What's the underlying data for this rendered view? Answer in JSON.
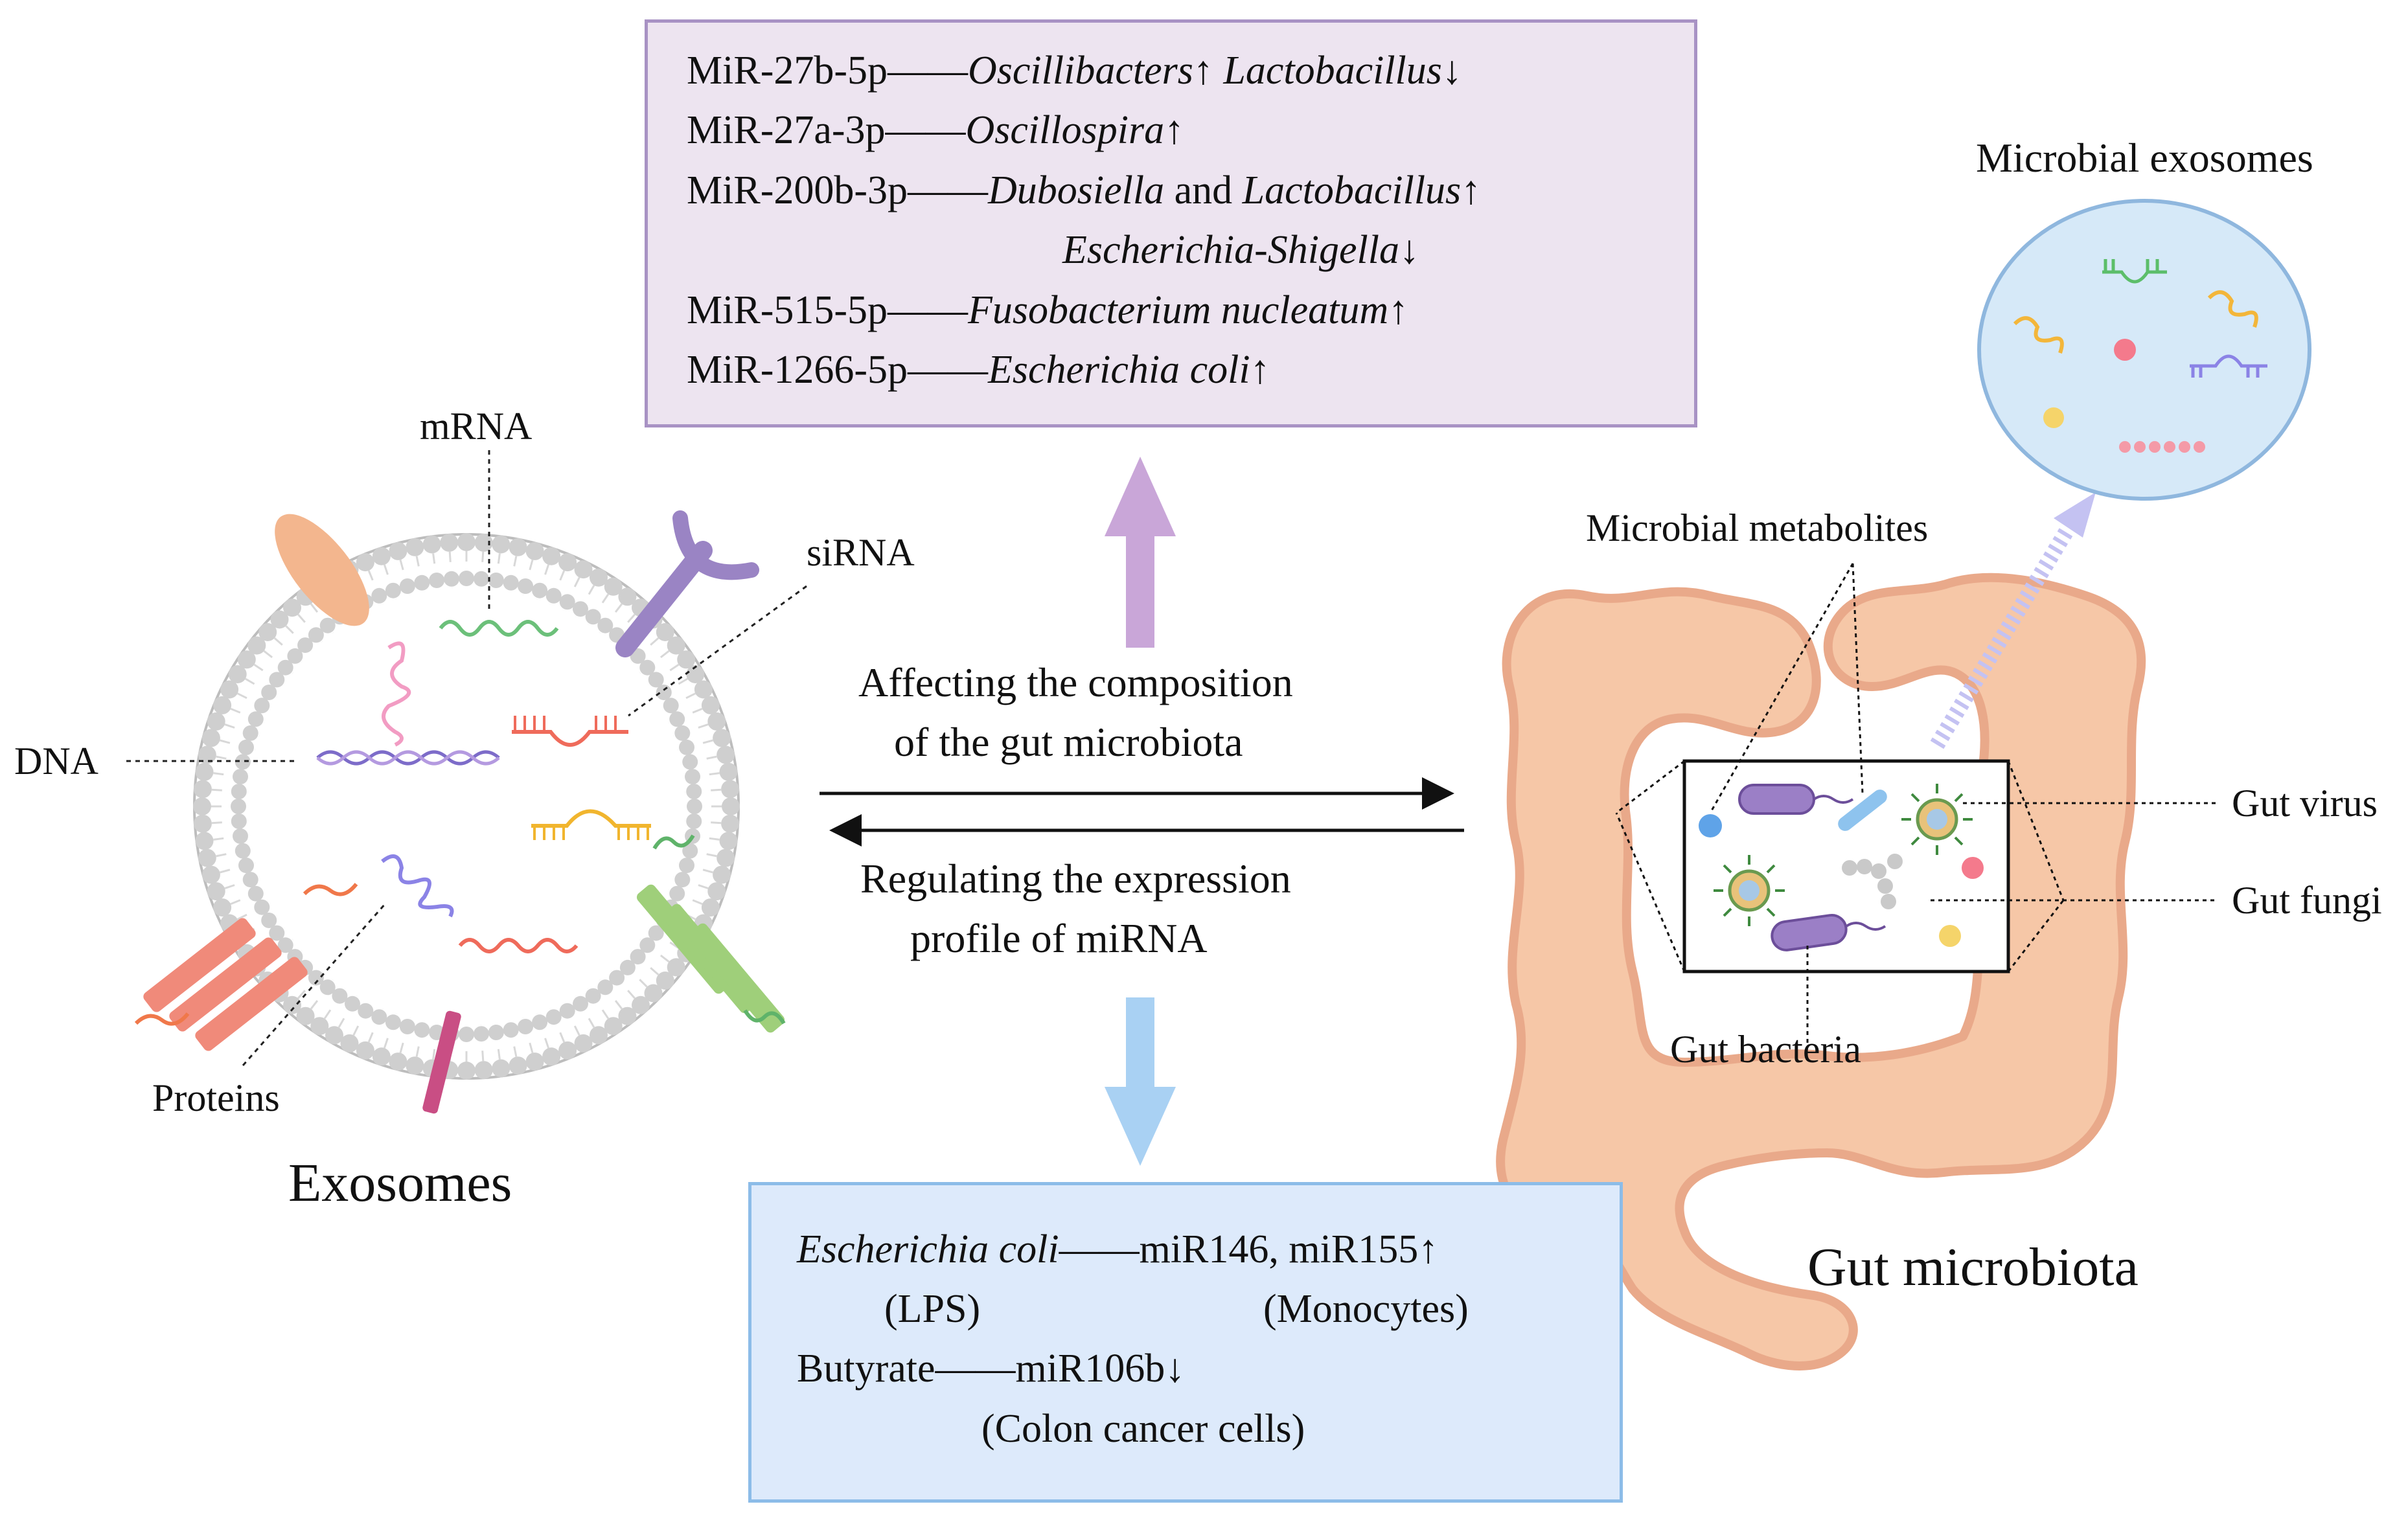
{
  "colors": {
    "top_box_fill": "#ede4f0",
    "top_box_border": "#a892c4",
    "bottom_box_fill": "#ddeafb",
    "bottom_box_border": "#8cbce8",
    "purple_arrow": "#c9a6d8",
    "blue_arrow": "#a9d1f3",
    "colon": "#f6c7a7",
    "colon_outline": "#e9a98a",
    "membrane": "#c9c9c9",
    "microbial_exosome_fill": "#d6e9f8",
    "microbial_exosome_border": "#8fb7de"
  },
  "exosome": {
    "title": "Exosomes",
    "labels": {
      "mrna": "mRNA",
      "sirna": "siRNA",
      "dna": "DNA",
      "proteins": "Proteins"
    }
  },
  "center": {
    "top_text_line1": "Affecting the composition",
    "top_text_line2": "of the gut microbiota",
    "bottom_text_line1": "Regulating the expression",
    "bottom_text_line2": "profile of miRNA"
  },
  "top_box": {
    "rows": [
      {
        "mirna": "MiR-27b-5p",
        "dash": "——",
        "taxa": [
          {
            "text": "Oscillibacters",
            "italic": true
          },
          {
            "text": "↑ ",
            "italic": false
          },
          {
            "text": "Lactobacillus",
            "italic": true
          },
          {
            "text": "↓",
            "italic": false
          }
        ]
      },
      {
        "mirna": "MiR-27a-3p",
        "dash": "——",
        "taxa": [
          {
            "text": "Oscillospira",
            "italic": true
          },
          {
            "text": "↑",
            "italic": false
          }
        ]
      },
      {
        "mirna": "MiR-200b-3p",
        "dash": "——",
        "taxa": [
          {
            "text": "Dubosiella",
            "italic": true
          },
          {
            "text": " and ",
            "italic": false
          },
          {
            "text": "Lactobacillus",
            "italic": true
          },
          {
            "text": "↑",
            "italic": false
          }
        ]
      },
      {
        "mirna": "",
        "dash": "",
        "taxa": [
          {
            "text": "Escherichia-Shigella",
            "italic": true
          },
          {
            "text": "↓",
            "italic": false
          }
        ]
      },
      {
        "mirna": "MiR-515-5p",
        "dash": "——",
        "taxa": [
          {
            "text": "Fusobacterium nucleatum",
            "italic": true
          },
          {
            "text": "↑",
            "italic": false
          }
        ]
      },
      {
        "mirna": "MiR-1266-5p",
        "dash": "——",
        "taxa": [
          {
            "text": "Escherichia coli",
            "italic": true
          },
          {
            "text": "↑",
            "italic": false
          }
        ]
      }
    ]
  },
  "bottom_box": {
    "row1_italic": "Escherichia coli",
    "row1_rest": "——miR146, miR155↑",
    "row2_left": "(LPS)",
    "row2_right": "(Monocytes)",
    "row3": "Butyrate——miR106b↓",
    "row4": "(Colon cancer cells)"
  },
  "gut": {
    "title": "Gut microbiota",
    "microbial_exosomes": "Microbial exosomes",
    "microbial_metabolites": "Microbial metabolites",
    "gut_virus": "Gut virus",
    "gut_fungi": "Gut fungi",
    "gut_bacteria": "Gut bacteria"
  }
}
